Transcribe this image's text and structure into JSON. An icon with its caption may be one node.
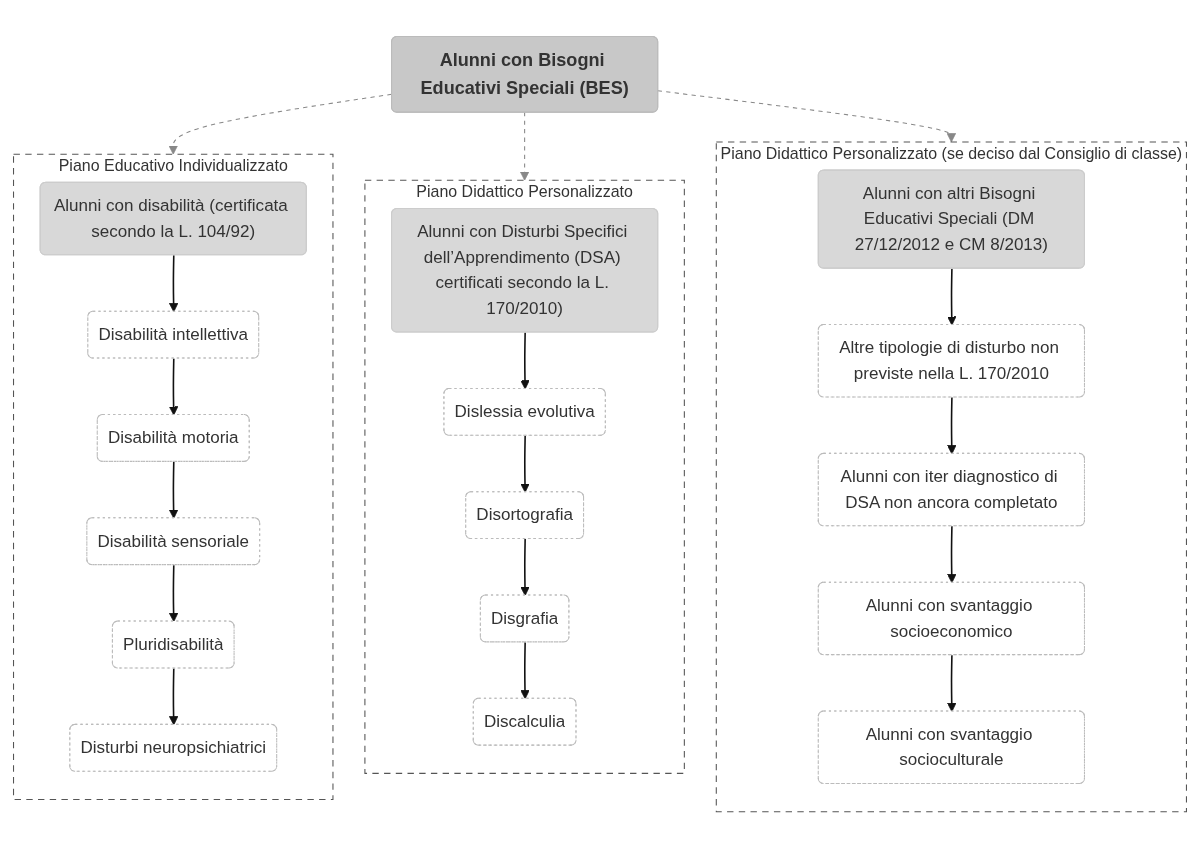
{
  "diagram": {
    "nodes": [
      {
        "text": [
          "Alunni con Bisogni Educativi Speciali (BES)"
        ]
      },
      {
        "text": [
          "Piano Educativo Individualizzato"
        ]
      },
      {
        "text": [
          "Alunni con disabilità (certificata secondo la L. 104/92)"
        ],
        "in": 1
      },
      {
        "text": [
          "Disabilità intellettiva"
        ],
        "in": 1
      },
      {
        "text": [
          "Disabilità motoria"
        ],
        "in": 1
      },
      {
        "text": [
          "Disabilità sensoriale"
        ],
        "in": 1
      },
      {
        "text": [
          "Pluridisabilità"
        ],
        "in": 1
      },
      {
        "text": [
          "Disturbi neuropsichiatrici"
        ],
        "in": 1
      },
      {
        "text": [
          "Piano Didattico Personalizzato"
        ]
      },
      {
        "text": [
          "Alunni con Disturbi Specifici dell’Apprendimento (DSA) certificati secondo la L. 170/2010)"
        ],
        "in": 8
      },
      {
        "text": [
          "Dislessia evolutiva"
        ],
        "in": 8
      },
      {
        "text": [
          "Disortografia"
        ],
        "in": 8
      },
      {
        "text": [
          "Disgrafia"
        ],
        "in": 8
      },
      {
        "text": [
          "Discalculia"
        ],
        "in": 8
      },
      {
        "text": [
          "Piano Didattico Personalizzato (se deciso dal Consiglio di classe)"
        ]
      },
      {
        "text": [
          "Alunni con altri Bisogni Educativi Speciali (DM 27/12/2012 e CM 8/2013)"
        ],
        "in": 14
      },
      {
        "text": [
          "Altre tipologie di disturbo non previste nella L. 170/2010"
        ],
        "in": 14
      },
      {
        "text": [
          "Alunni con iter diagnostico di DSA non ancora completato"
        ],
        "in": 14
      },
      {
        "text": [
          "Alunni con svantaggio socioeconomico"
        ],
        "in": 14
      },
      {
        "text": [
          "Alunni con svantaggio socioculturale"
        ],
        "in": 14
      }
    ],
    "edges": [
      {
        "from": 0,
        "to": 1,
        "arrow": "to",
        "style": "dashed",
        "color": "#888888"
      },
      {
        "from": 0,
        "to": 8,
        "arrow": "to",
        "style": "dashed",
        "color": "#888888"
      },
      {
        "from": 0,
        "to": 14,
        "arrow": "to",
        "style": "dashed",
        "color": "#888888"
      },
      {
        "from": 2,
        "to": 3,
        "arrow": "to"
      },
      {
        "from": 3,
        "to": 4,
        "arrow": "to"
      },
      {
        "from": 4,
        "to": 5,
        "arrow": "to"
      },
      {
        "from": 5,
        "to": 6,
        "arrow": "to"
      },
      {
        "from": 6,
        "to": 7,
        "arrow": "to"
      },
      {
        "from": 9,
        "to": 10,
        "arrow": "to"
      },
      {
        "from": 10,
        "to": 11,
        "arrow": "to"
      },
      {
        "from": 11,
        "to": 12,
        "arrow": "to"
      },
      {
        "from": 12,
        "to": 13,
        "arrow": "to"
      },
      {
        "from": 15,
        "to": 16,
        "arrow": "to"
      },
      {
        "from": 16,
        "to": 17,
        "arrow": "to"
      },
      {
        "from": 17,
        "to": 18,
        "arrow": "to"
      },
      {
        "from": 18,
        "to": 19,
        "arrow": "to"
      }
    ]
  }
}
